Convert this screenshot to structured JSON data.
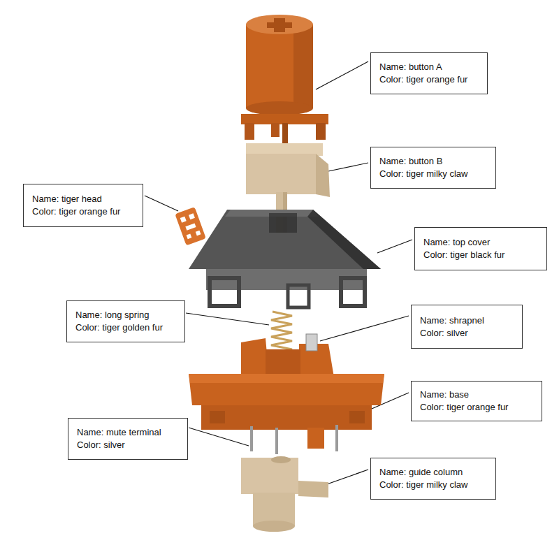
{
  "diagram": {
    "nodes": [
      {
        "text": [
          "Name: button A",
          "Color: tiger orange fur"
        ]
      },
      {
        "text": [
          "Name: button B",
          "Color: tiger milky claw"
        ]
      },
      {
        "text": [
          "Name: tiger head",
          "Color: tiger orange fur"
        ]
      },
      {
        "text": [
          "Name: top cover",
          "Color: tiger black fur"
        ]
      },
      {
        "text": [
          "Name: long spring",
          "Color: tiger golden fur"
        ]
      },
      {
        "text": [
          "Name: shrapnel",
          "Color: silver"
        ]
      },
      {
        "text": [
          "Name: base",
          "Color: tiger orange fur"
        ]
      },
      {
        "text": [
          "Name: mute terminal",
          "Color: silver"
        ]
      },
      {
        "text": [
          "Name: guide column",
          "Color: tiger milky claw"
        ]
      }
    ]
  }
}
